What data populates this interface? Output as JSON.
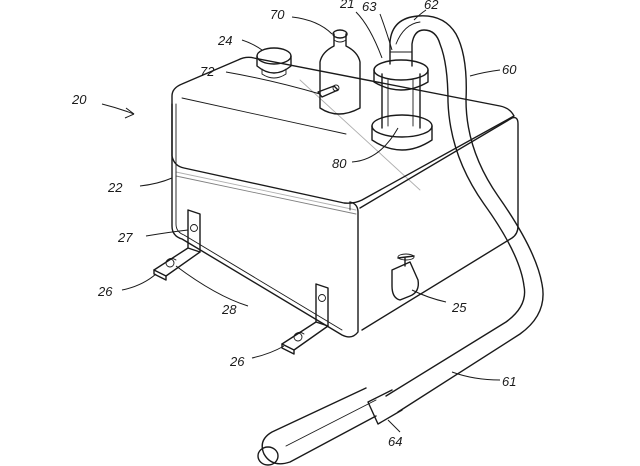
{
  "figure": {
    "reference_numerals": {
      "assembly": "20",
      "tank": "22",
      "cap": "24",
      "spigot": "25",
      "bracket_foot_left": "26",
      "bracket_foot_right": "26",
      "bracket": "27",
      "bracket_lower": "28",
      "hose": "60",
      "hose_lower": "61",
      "hose_top": "62",
      "fitting_top": "63",
      "nozzle": "64",
      "bottle": "70",
      "bottle_valve": "72",
      "pump_housing": "80",
      "fitting_21": "21"
    }
  }
}
